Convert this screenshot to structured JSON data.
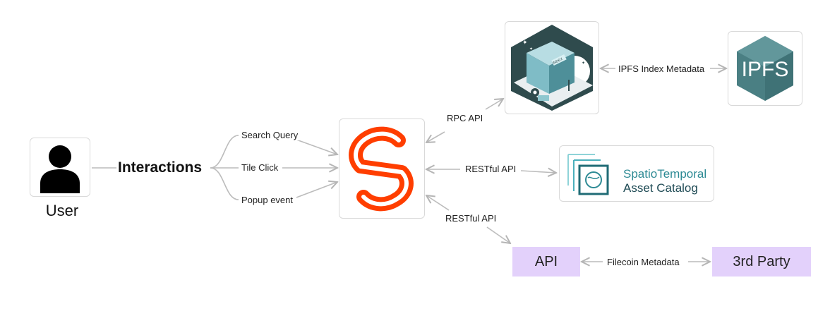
{
  "nodes": {
    "user": {
      "label": "User"
    },
    "interactions": {
      "label": "Interactions"
    },
    "svelte": {
      "icon": "svelte-logo-icon",
      "color": "#ff3e00"
    },
    "ipfs_index": {
      "icon": "ipfs-index-illustration-icon",
      "sign_text": "INDEX"
    },
    "ipfs": {
      "logo_text": "IPFS",
      "color": "#4a7f83"
    },
    "stac": {
      "line1": "SpatioTemporal",
      "line2": "Asset Catalog",
      "color": "#1f6b75"
    },
    "api": {
      "label": "API",
      "color": "#e3d1fb"
    },
    "third_party": {
      "label": "3rd Party",
      "color": "#e3d1fb"
    }
  },
  "edges": {
    "search_query": "Search Query",
    "tile_click": "Tile Click",
    "popup_event": "Popup event",
    "rpc_api": "RPC API",
    "ipfs_index_metadata": "IPFS Index Metadata",
    "restful_api_stac": "RESTful API",
    "restful_api_api": "RESTful API",
    "filecoin_metadata": "Filecoin Metadata"
  }
}
